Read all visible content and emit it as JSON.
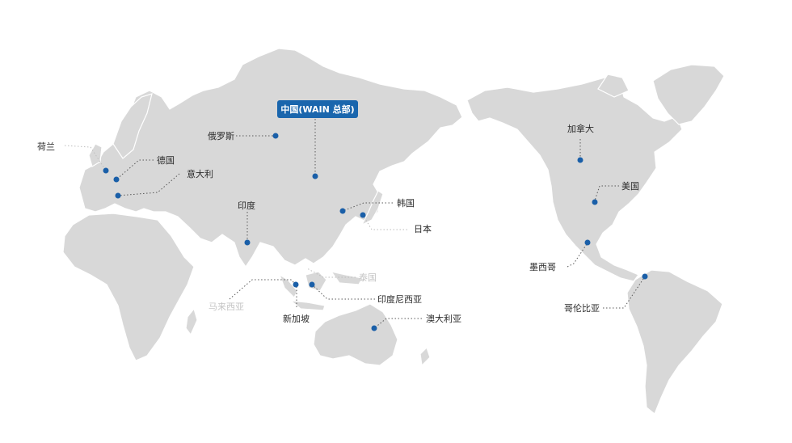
{
  "map": {
    "hq_label": "中国(WAIN 总部)",
    "locations": {
      "netherlands": "荷兰",
      "germany": "德国",
      "italy": "意大利",
      "russia": "俄罗斯",
      "india": "印度",
      "korea": "韩国",
      "japan": "日本",
      "thailand": "泰国",
      "malaysia": "马来西亚",
      "singapore": "新加坡",
      "indonesia": "印度尼西亚",
      "australia": "澳大利亚",
      "canada": "加拿大",
      "usa": "美国",
      "mexico": "墨西哥",
      "colombia": "哥伦比亚"
    },
    "colors": {
      "land": "#d8d8d8",
      "marker": "#1a5fa8",
      "hq_box": "#1a66ad"
    }
  }
}
